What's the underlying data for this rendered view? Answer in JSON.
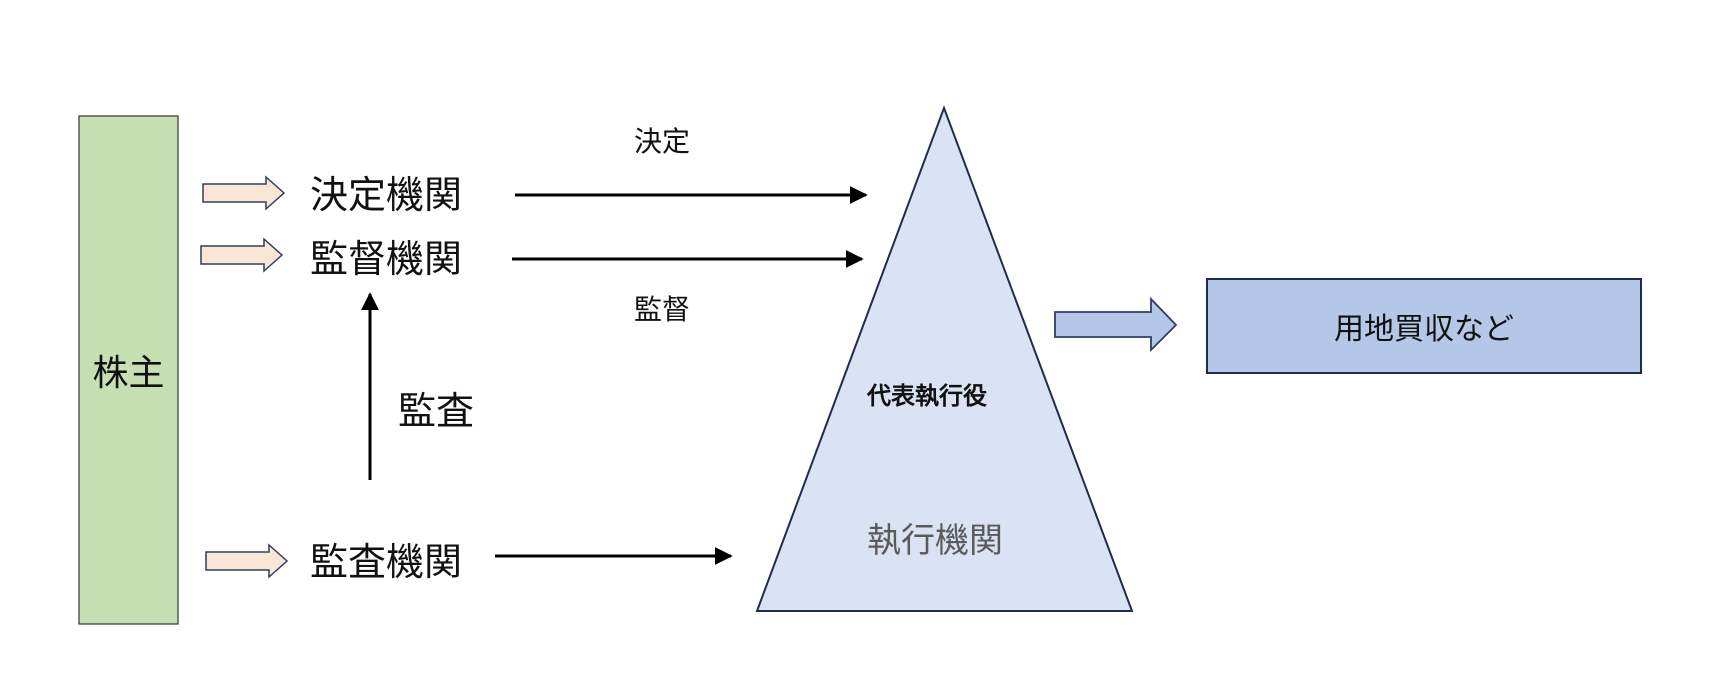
{
  "diagram": {
    "shareholder": {
      "label": "株主"
    },
    "decision_body": {
      "label": "決定機関"
    },
    "supervisory_body": {
      "label": "監督機関"
    },
    "audit_body": {
      "label": "監査機関"
    },
    "audit_relation": {
      "label": "監査"
    },
    "decision_relation": {
      "label": "決定"
    },
    "supervision_relation": {
      "label": "監督"
    },
    "representative": {
      "label": "代表執行役"
    },
    "executive_body": {
      "label": "執行機関"
    },
    "result": {
      "label": "用地買収など"
    }
  },
  "colors": {
    "shareholder_fill": "#c6e0b4",
    "small_arrow_fill": "#fbe5d6",
    "triangle_fill": "#dae3f3",
    "triangle_stroke": "#1f2d4a",
    "result_fill": "#b4c7e7",
    "result_arrow_fill": "#b4c7e7",
    "line": "#000000"
  }
}
